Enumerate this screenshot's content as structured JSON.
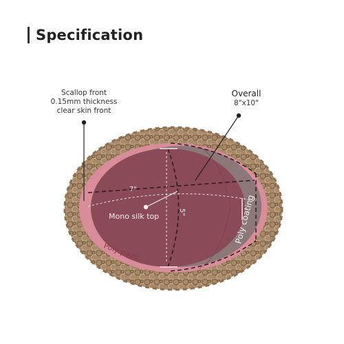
{
  "header": {
    "title": "Specification"
  },
  "annotations": {
    "front": {
      "lines": [
        "Scallop front",
        "0.15mm thickness",
        "clear skin front"
      ]
    },
    "overall": {
      "title": "Overall",
      "value": "8\"x10\""
    }
  },
  "regions": {
    "top": "Mono silk top",
    "front_paint": "Poly paint",
    "back": "Poly coating"
  },
  "dimensions": {
    "width": "7\"",
    "depth": "5\""
  },
  "colors": {
    "hair": "#a58767",
    "front_pink": "#d98c99",
    "top": "#8a4a57",
    "poly_coating": "#8c7878"
  }
}
